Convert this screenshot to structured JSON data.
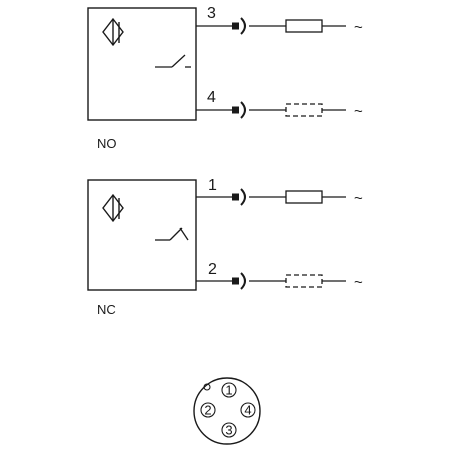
{
  "blocks": [
    {
      "label": "NO",
      "pins": [
        {
          "number": "3",
          "load": "solid",
          "terminal": "~"
        },
        {
          "number": "4",
          "load": "dashed",
          "terminal": "~"
        }
      ]
    },
    {
      "label": "NC",
      "pins": [
        {
          "number": "1",
          "load": "solid",
          "terminal": "~"
        },
        {
          "number": "2",
          "load": "dashed",
          "terminal": "~"
        }
      ]
    }
  ],
  "connector": {
    "pins": [
      "1",
      "2",
      "3",
      "4"
    ]
  },
  "colors": {
    "line": "#1a1a1a",
    "background": "#ffffff"
  }
}
